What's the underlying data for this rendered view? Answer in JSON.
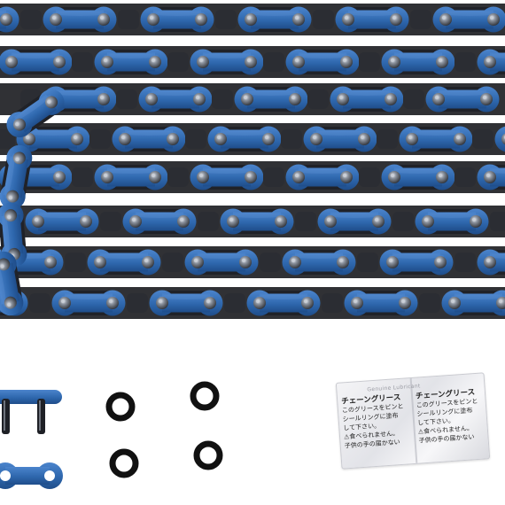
{
  "colors": {
    "link_plate": "#2e67ad",
    "link_highlight": "#5b8fd0",
    "link_shadow": "#1d467d",
    "pin": "#1d1f24",
    "pin_highlight": "#c9ced6",
    "o_ring": "#111111",
    "background": "#ffffff"
  },
  "packet": {
    "brand": "Genuine Lubricant",
    "left": {
      "title": "チェーングリース",
      "line1": "このグリースをピンと",
      "line2": "シールリングに塗布",
      "line3": "して下さい。",
      "warn1": "⚠食べられません。",
      "warn2": "子供の手の届かない"
    },
    "right": {
      "title": "チェーングリース",
      "line1": "このグリースをピンと",
      "line2": "シールリングに塗布",
      "line3": "して下さい。",
      "warn1": "⚠食べられません。",
      "warn2": "子供の手の届かない"
    }
  }
}
